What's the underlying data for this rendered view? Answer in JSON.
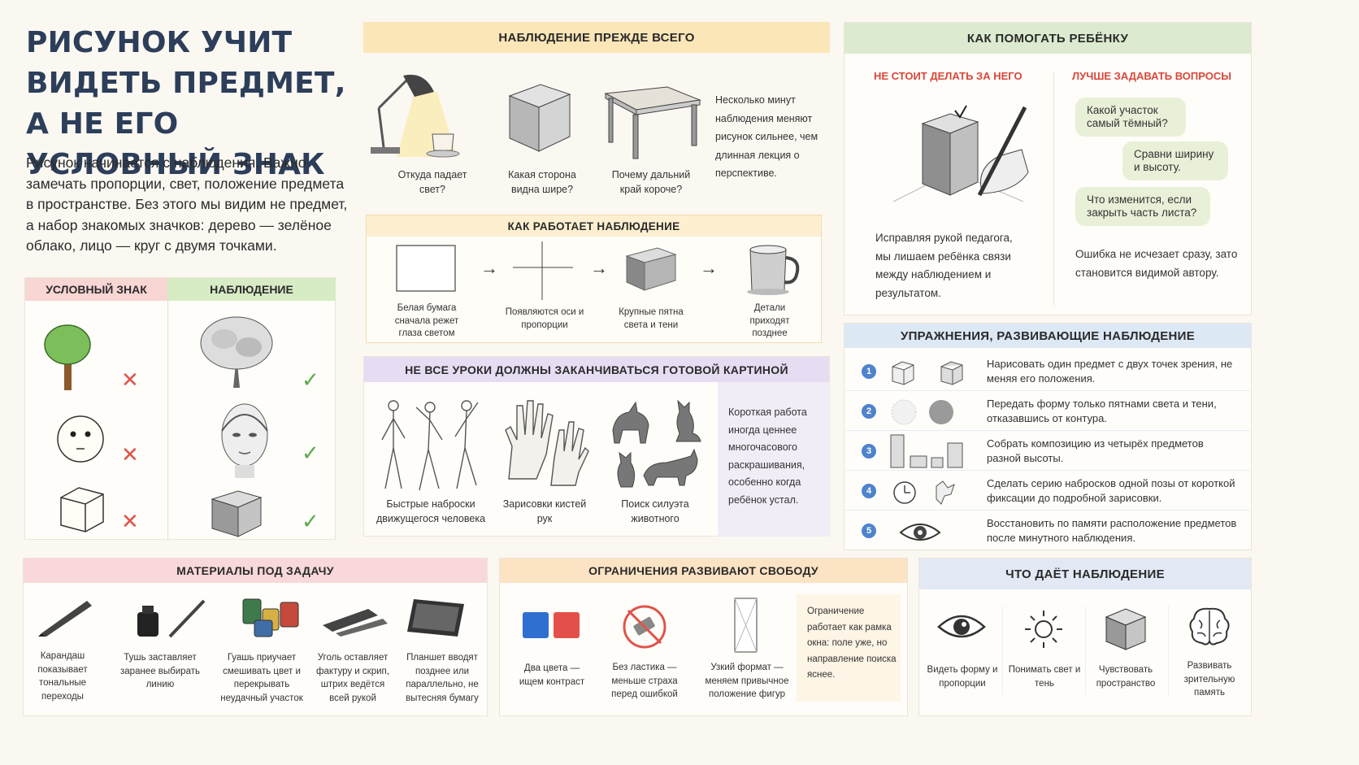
{
  "title": "РИСУНОК УЧИТ ВИДЕТЬ ПРЕДМЕТ, А НЕ ЕГО УСЛОВНЫЙ ЗНАК",
  "intro": "Рисунок начинается с наблюдения. Важно замечать пропорции, свет, положение предмета в пространстве. Без этого мы видим не предмет, а набор знакомых значков: дерево — зелёное облако, лицо — круг с двумя точками.",
  "compare": {
    "symbol_header": "УСЛОВНЫЙ ЗНАК",
    "observe_header": "НАБЛЮДЕНИЕ"
  },
  "observation": {
    "header": "НАБЛЮДЕНИЕ ПРЕЖДЕ ВСЕГО",
    "items": [
      {
        "caption": "Откуда падает свет?"
      },
      {
        "caption": "Какая сторона видна шире?"
      },
      {
        "caption": "Почему дальний край короче?"
      }
    ],
    "note": "Несколько минут наблюдения меняют рисунок сильнее, чем длинная лекция о перспективе."
  },
  "how_works": {
    "header": "КАК РАБОТАЕТ НАБЛЮДЕНИЕ",
    "steps": [
      {
        "caption": "Белая бумага сначала режет глаза светом"
      },
      {
        "caption": "Появляются оси и пропорции"
      },
      {
        "caption": "Крупные пятна света и тени"
      },
      {
        "caption": "Детали приходят позднее"
      }
    ],
    "arrow": "→"
  },
  "lessons": {
    "header": "НЕ ВСЕ УРОКИ ДОЛЖНЫ ЗАКАНЧИВАТЬСЯ ГОТОВОЙ КАРТИНОЙ",
    "items": [
      {
        "caption": "Быстрые наброски движущегося человека"
      },
      {
        "caption": "Зарисовки кистей рук"
      },
      {
        "caption": "Поиск силуэта животного"
      }
    ],
    "note": "Короткая работа иногда ценнее многочасового раскрашивания, особенно когда ребёнок устал."
  },
  "help": {
    "header": "КАК ПОМОГАТЬ РЕБЁНКУ",
    "dont_header": "НЕ СТОИТ ДЕЛАТЬ ЗА НЕГО",
    "do_header": "ЛУЧШЕ ЗАДАВАТЬ ВОПРОСЫ",
    "dont_text": "Исправляя рукой педагога, мы лишаем ребёнка связи между наблюдением и результатом.",
    "questions": [
      "Какой участок самый тёмный?",
      "Сравни ширину и высоту.",
      "Что изменится, если закрыть часть листа?"
    ],
    "do_text": "Ошибка не исчезает сразу, зато становится видимой автору."
  },
  "exercises": {
    "header": "УПРАЖНЕНИЯ, РАЗВИВАЮЩИЕ НАБЛЮДЕНИЕ",
    "items": [
      {
        "num": "1",
        "text": "Нарисовать один предмет с двух точек зрения, не меняя его положения."
      },
      {
        "num": "2",
        "text": "Передать форму только пятнами света и тени, отказавшись от контура."
      },
      {
        "num": "3",
        "text": "Собрать композицию из четырёх предметов разной высоты."
      },
      {
        "num": "4",
        "text": "Сделать серию набросков одной позы от короткой фиксации до подробной зарисовки."
      },
      {
        "num": "5",
        "text": "Восстановить по памяти расположение предметов после минутного наблюдения."
      }
    ]
  },
  "materials": {
    "header": "МАТЕРИАЛЫ ПОД ЗАДАЧУ",
    "items": [
      {
        "caption": "Карандаш показывает тональные переходы"
      },
      {
        "caption": "Тушь заставляет заранее выбирать линию"
      },
      {
        "caption": "Гуашь приучает смешивать цвет и перекрывать неудачный участок"
      },
      {
        "caption": "Уголь оставляет фактуру и скрип, штрих ведётся всей рукой"
      },
      {
        "caption": "Планшет вводят позднее или параллельно, не вытесняя бумагу"
      }
    ]
  },
  "limits": {
    "header": "ОГРАНИЧЕНИЯ РАЗВИВАЮТ СВОБОДУ",
    "items": [
      {
        "caption": "Два цвета — ищем контраст"
      },
      {
        "caption": "Без ластика — меньше страха перед ошибкой"
      },
      {
        "caption": "Узкий формат — меняем привычное положение фигур"
      }
    ],
    "note": "Ограничение работает как рамка окна: поле уже, но направление поиска яснее."
  },
  "gives": {
    "header": "ЧТО ДАЁТ НАБЛЮДЕНИЕ",
    "items": [
      {
        "caption": "Видеть форму и пропорции"
      },
      {
        "caption": "Понимать свет и тень"
      },
      {
        "caption": "Чувствовать пространство"
      },
      {
        "caption": "Развивать зрительную память"
      }
    ]
  },
  "colors": {
    "red": "#e0534a",
    "green": "#5aaa4c",
    "blue_num": "#4f83cc",
    "title": "#2c3e5a"
  }
}
